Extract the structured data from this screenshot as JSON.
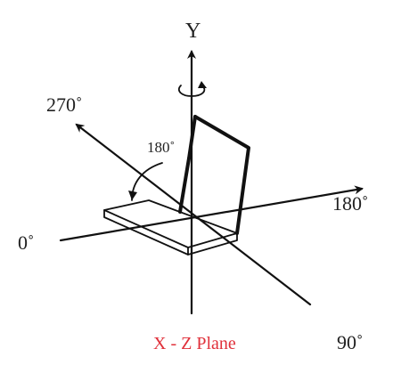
{
  "labels": {
    "y_axis": "Y",
    "deg_270": "270˚",
    "deg_180_angle": "180˚",
    "deg_180": "180˚",
    "deg_0": "0˚",
    "deg_90": "90˚",
    "plane": "X - Z Plane"
  },
  "colors": {
    "line": "#111111",
    "text": "#222222",
    "plane_label": "#e0303a"
  }
}
